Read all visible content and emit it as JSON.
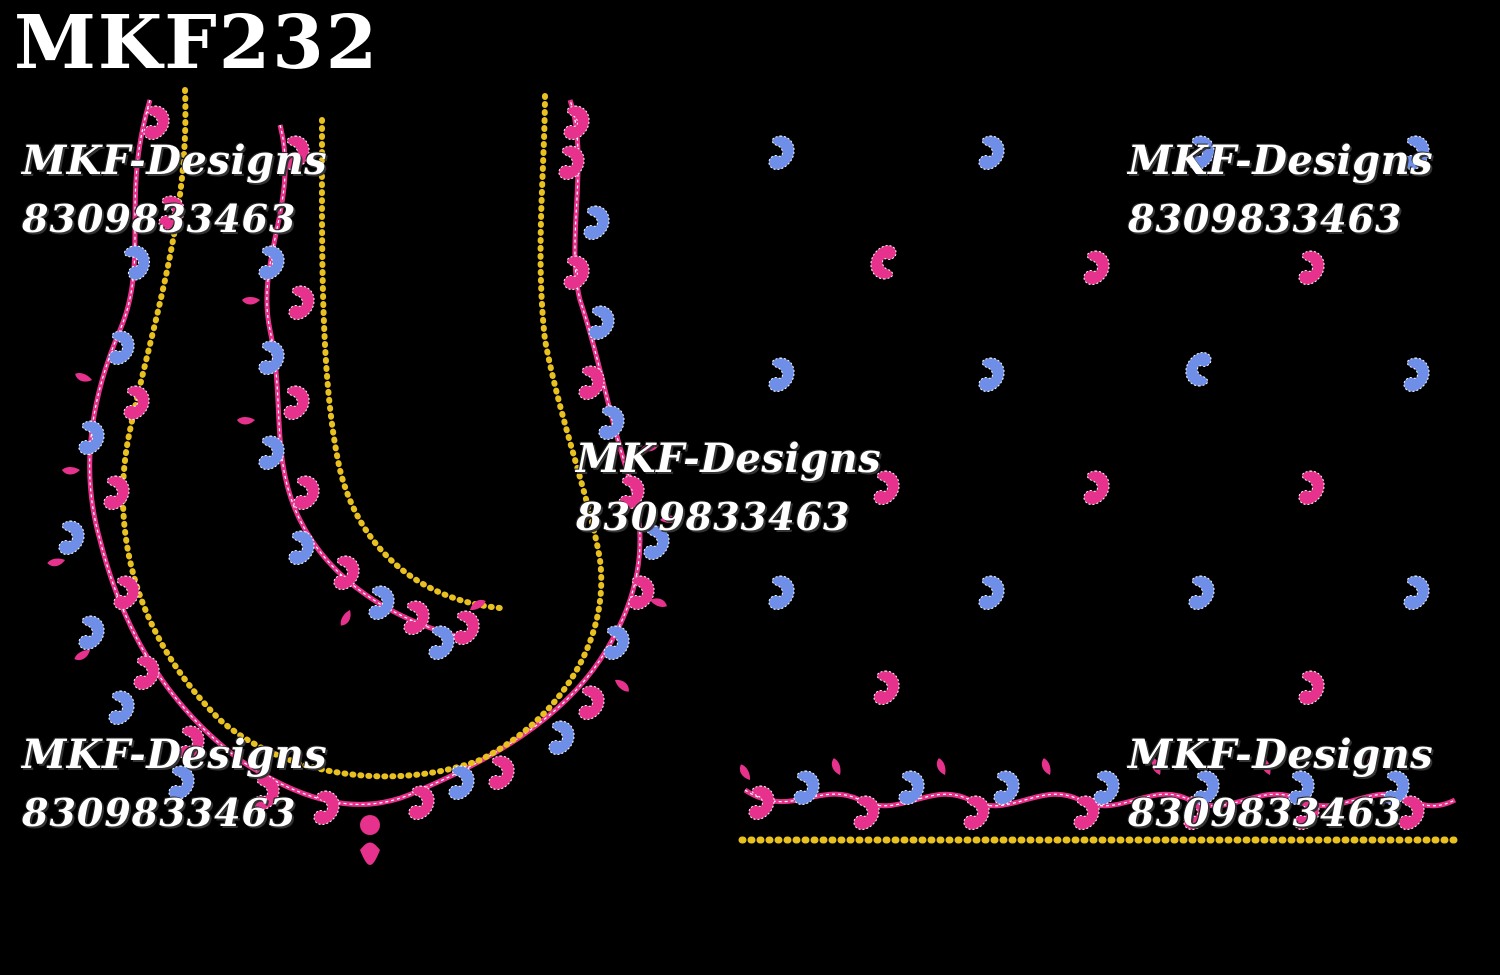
{
  "design_code": "MKF232",
  "watermarks": [
    {
      "brand": "MKF-Designs",
      "phone": "8309833463"
    },
    {
      "brand": "MKF-Designs",
      "phone": "8309833463"
    },
    {
      "brand": "MKF-Designs",
      "phone": "8309833463"
    },
    {
      "brand": "MKF-Designs",
      "phone": "8309833463"
    },
    {
      "brand": "MKF-Designs",
      "phone": "8309833463"
    }
  ],
  "colors": {
    "background": "#000000",
    "pink": "#e6328c",
    "blue": "#6e8ee8",
    "gold": "#e8c020",
    "stitch": "#ffffff"
  },
  "motifs": {
    "neck_front": "paisley-vine-neckline",
    "neck_back": "paisley-vine-neckline-half",
    "body": "scattered-paisley-buttis",
    "border": "paisley-vine-border"
  }
}
